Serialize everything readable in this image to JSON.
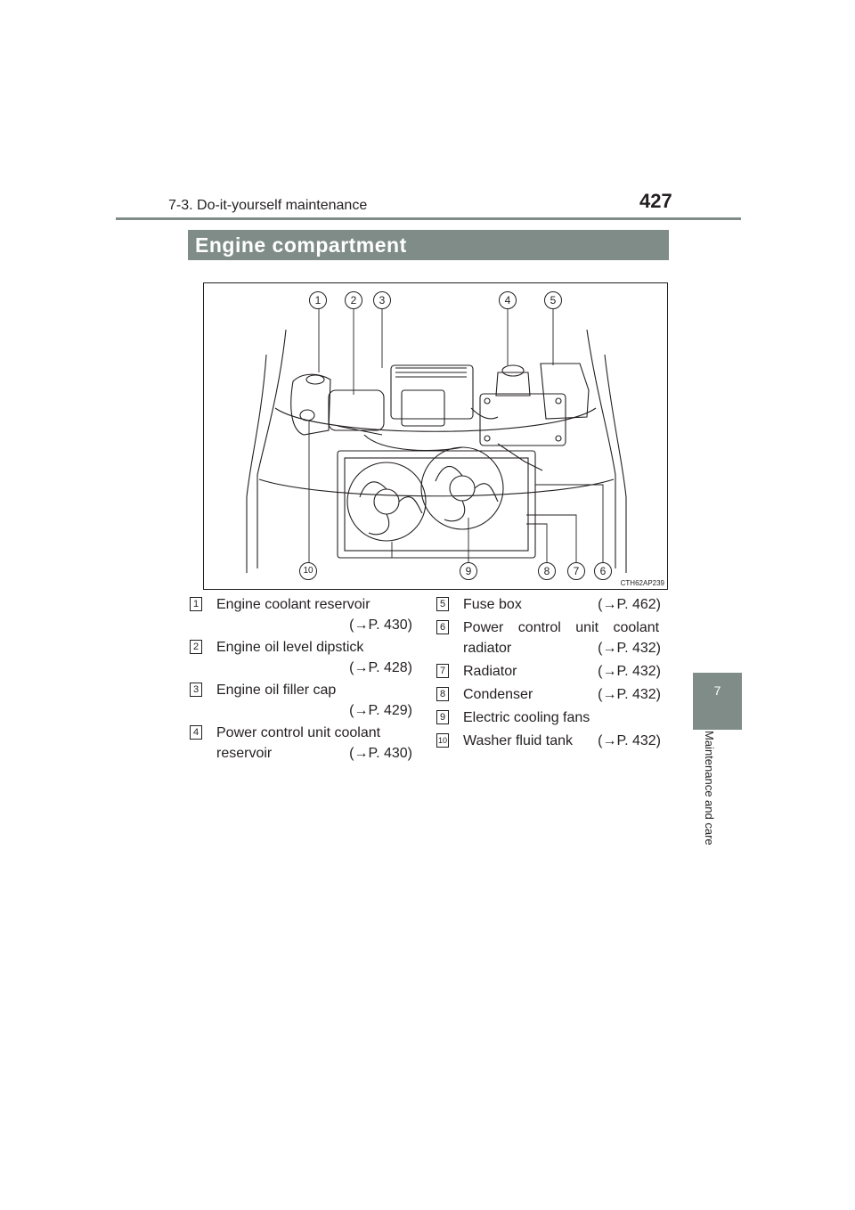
{
  "header": {
    "section": "7-3. Do-it-yourself maintenance",
    "page_number": "427"
  },
  "side_tab": {
    "number": "7",
    "title": "Maintenance and care"
  },
  "title": "Engine compartment",
  "figure": {
    "code": "CTH62AP239",
    "callouts": [
      "1",
      "2",
      "3",
      "4",
      "5",
      "6",
      "7",
      "8",
      "9",
      "10"
    ]
  },
  "items": [
    {
      "num": "1",
      "line1": "Engine coolant reservoir",
      "ref": "(→P. 430)"
    },
    {
      "num": "2",
      "line1": "Engine oil level dipstick",
      "ref": "(→P. 428)"
    },
    {
      "num": "3",
      "line1": "Engine oil filler cap",
      "ref": "(→P. 429)"
    },
    {
      "num": "4",
      "line1": "Power control unit coolant",
      "line2": "reservoir",
      "ref": "(→P. 430)"
    },
    {
      "num": "5",
      "line1": "Fuse box",
      "ref": "(→P. 462)"
    },
    {
      "num": "6",
      "line1": "Power control unit coolant",
      "line2": "radiator",
      "ref": "(→P. 432)"
    },
    {
      "num": "7",
      "line1": "Radiator",
      "ref": "(→P. 432)"
    },
    {
      "num": "8",
      "line1": "Condenser",
      "ref": "(→P. 432)"
    },
    {
      "num": "9",
      "line1": "Electric cooling fans"
    },
    {
      "num": "10",
      "line1": "Washer fluid tank",
      "ref": "(→P. 432)"
    }
  ]
}
